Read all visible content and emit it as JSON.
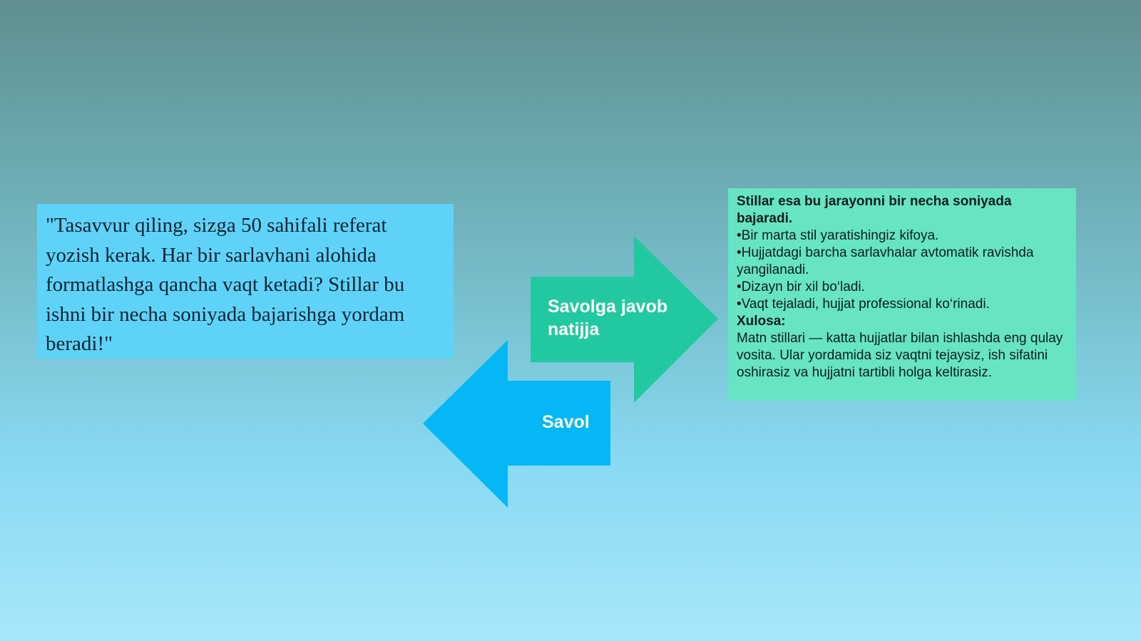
{
  "quote": {
    "text": "\"Tasavvur qiling, sizga 50 sahifali referat yozish kerak. Har bir sarlavhani alohida formatlashga qancha vaqt ketadi? Stillar bu ishni bir necha soniyada bajarishga yordam beradi!\""
  },
  "arrows": {
    "answer_label": "Savolga javob natijja",
    "question_label": "Savol"
  },
  "result": {
    "heading": "Stillar esa bu jarayonni bir necha soniyada bajaradi.",
    "bullets": [
      "•Bir marta stil yaratishingiz kifoya.",
      "•Hujjatdagi barcha sarlavhalar avtomatik ravishda yangilanadi.",
      "•Dizayn bir xil bo‘ladi.",
      "•Vaqt tejaladi, hujjat professional ko‘rinadi."
    ],
    "conclusion_heading": "Xulosa:",
    "conclusion_text": "Matn stillari — katta hujjatlar bilan ishlashda eng qulay vosita. Ular yordamida siz vaqtni tejaysiz, ish sifatini oshirasiz va hujjatni tartibli holga keltirasiz."
  },
  "colors": {
    "quote_box": "#5fd3f7",
    "result_box": "#66e4c4",
    "answer_arrow": "#22c9a0",
    "question_arrow": "#05b8f5"
  }
}
